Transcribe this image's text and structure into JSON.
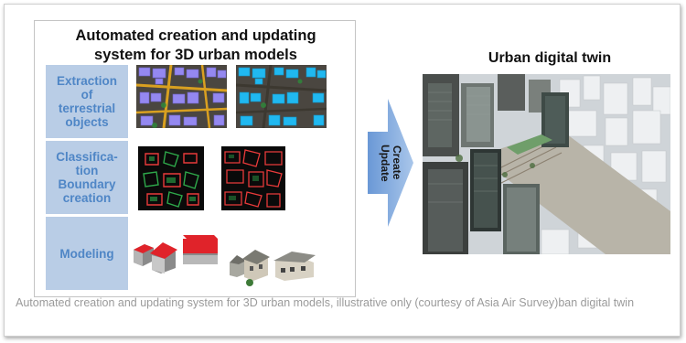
{
  "left_panel": {
    "title": "Automated creation and updating\nsystem for 3D urban models",
    "stages": [
      {
        "label": "Extraction\nof\nterrestrial\nobjects"
      },
      {
        "label": "Classifica-\ntion\nBoundary\ncreation"
      },
      {
        "label": "Modeling"
      }
    ]
  },
  "arrow": {
    "label": "Create\nUpdate",
    "color": "#8fb3e0"
  },
  "right_panel": {
    "title": "Urban digital twin"
  },
  "caption": "Automated creation and updating system for 3D urban models, illustrative only (courtesy of Asia Air Survey)ban digital twin",
  "colors": {
    "stage_bg": "#b9cde6",
    "stage_text": "#4f86c6",
    "roof_purple": "#9488f0",
    "roof_cyan": "#20b8f0",
    "boundary_red": "#e83a3a",
    "boundary_green": "#2ea84a",
    "model_red": "#e0232a"
  }
}
